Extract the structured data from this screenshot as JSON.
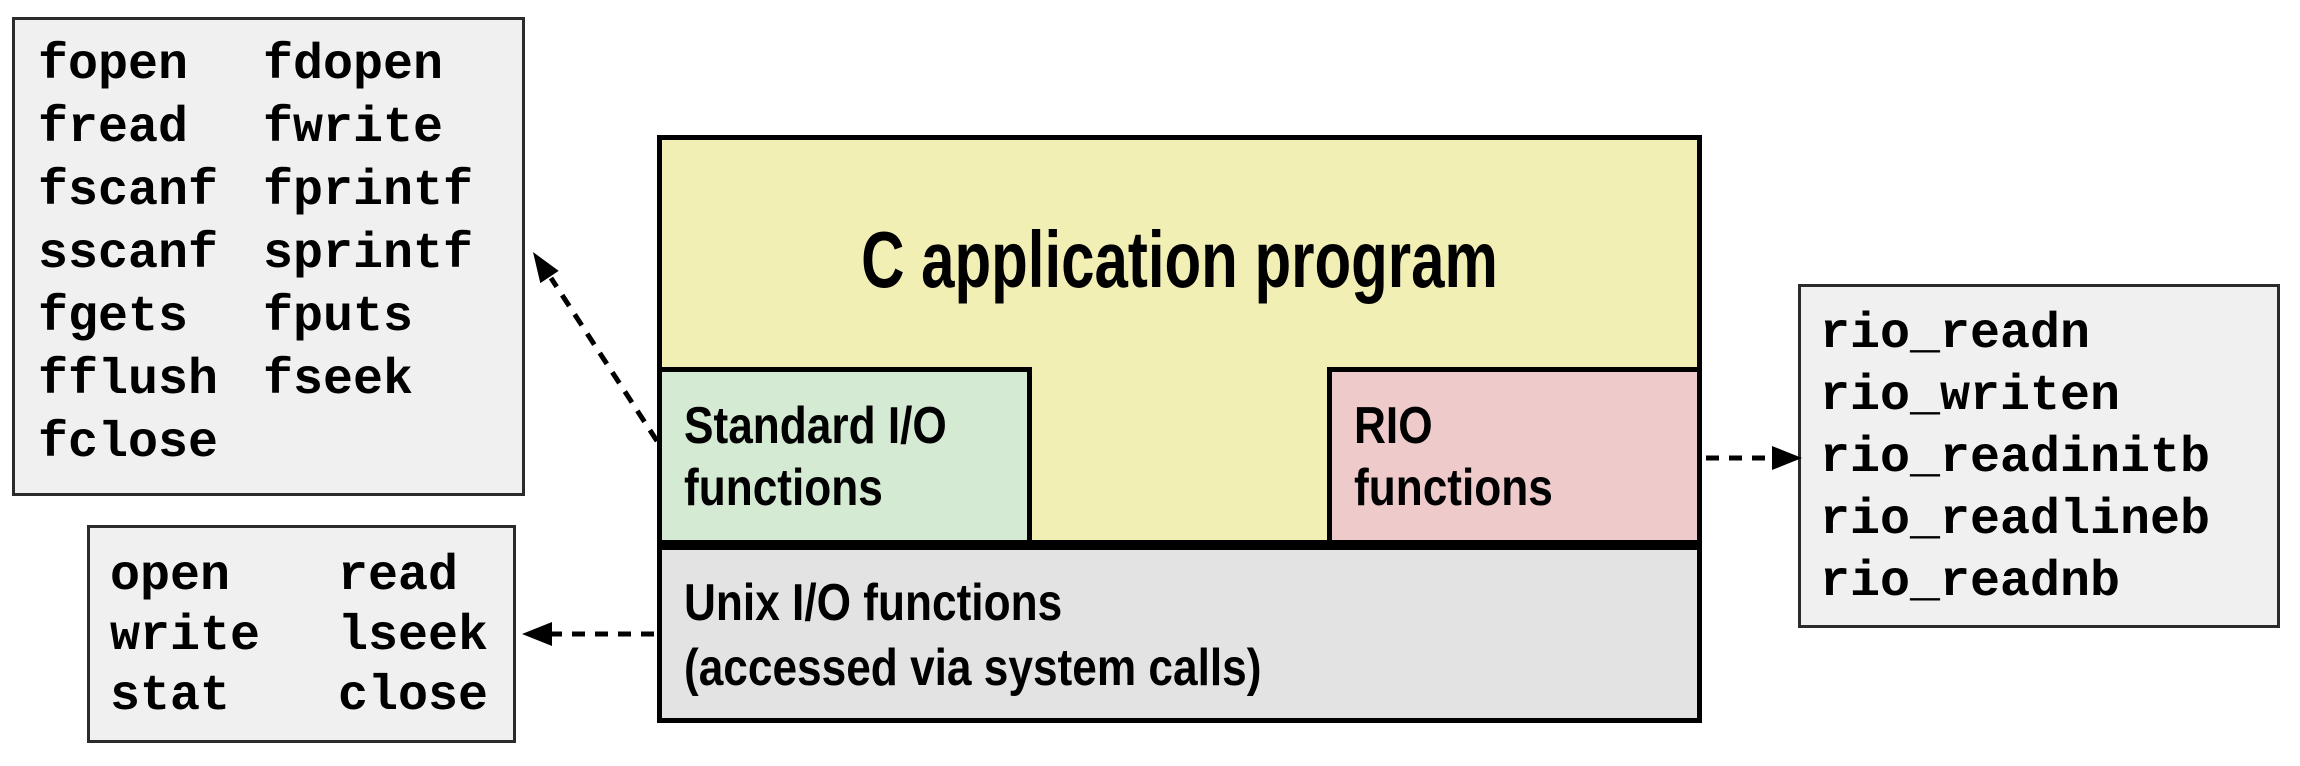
{
  "diagram": {
    "app_title": "C application program",
    "stdio_label": {
      "line1": "Standard I/O",
      "line2": "functions"
    },
    "rio_label": {
      "line1": "RIO",
      "line2": "functions"
    },
    "unix_label": {
      "line1": "Unix I/O functions",
      "line2": "(accessed via system calls)"
    }
  },
  "stdio_functions_box": {
    "rows": [
      [
        "fopen",
        "fdopen"
      ],
      [
        "fread",
        "fwrite"
      ],
      [
        "fscanf",
        "fprintf"
      ],
      [
        "sscanf",
        "sprintf"
      ],
      [
        "fgets",
        "fputs"
      ],
      [
        "fflush",
        "fseek"
      ],
      [
        "fclose",
        ""
      ]
    ]
  },
  "unix_syscalls_box": {
    "rows": [
      [
        "open",
        "read"
      ],
      [
        "write",
        "lseek"
      ],
      [
        "stat",
        "close"
      ]
    ]
  },
  "rio_functions_box": {
    "rows": [
      "rio_readn",
      "rio_writen",
      "rio_readinitb",
      "rio_readlineb",
      "rio_readnb"
    ]
  },
  "colors": {
    "canvas_bg": "#FFFFFF",
    "app_box": "#F2EFB5",
    "stdio_fill": "#D5EAD3",
    "rio_fill": "#EECACB",
    "unix_fill": "#E3E3E3",
    "list_box_fill": "#F0F0F0",
    "list_box_border": "#2B2B2B",
    "diagram_border": "#000000",
    "arrow": "#000000",
    "text": "#000000"
  }
}
